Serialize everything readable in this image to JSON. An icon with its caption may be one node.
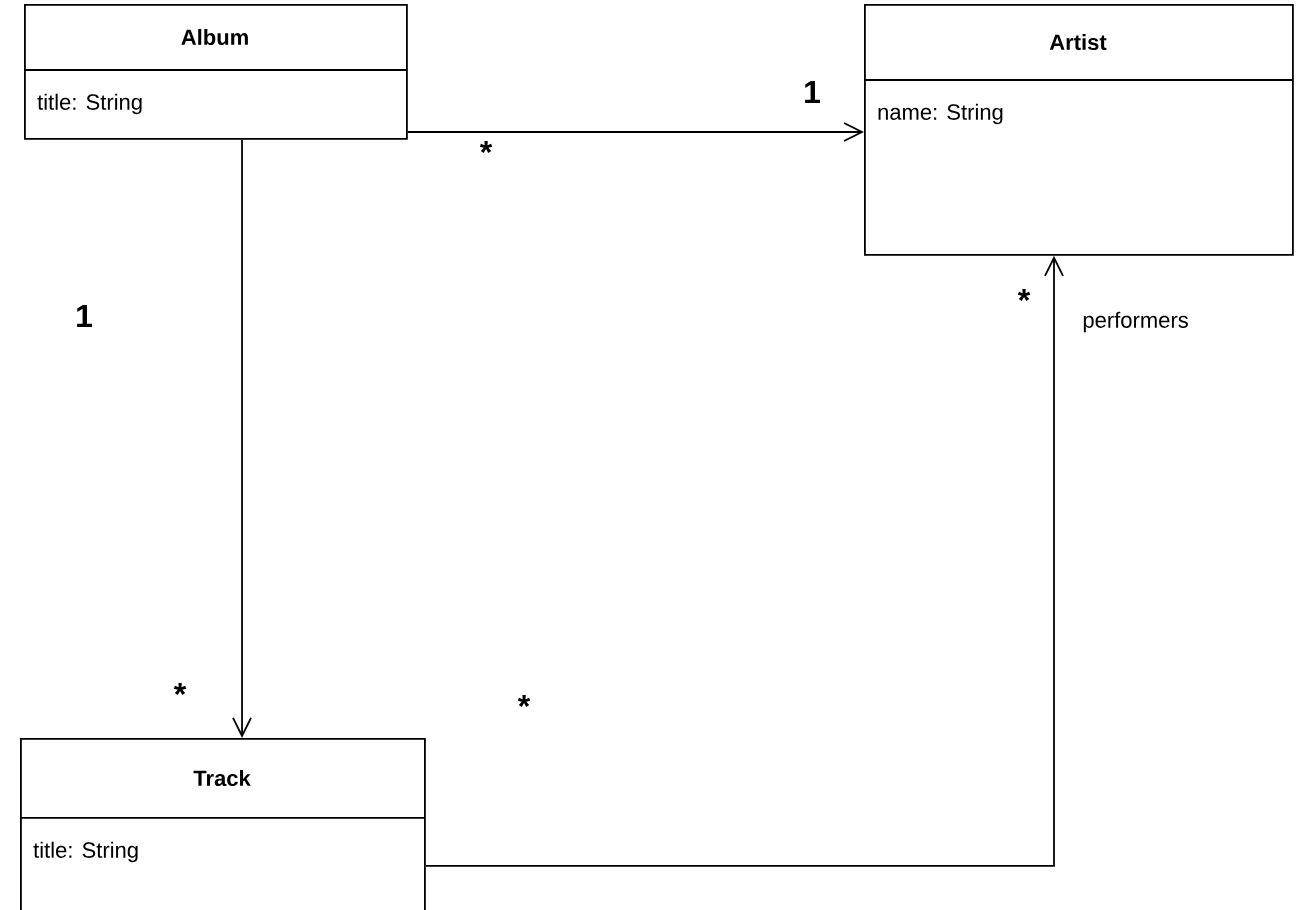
{
  "diagram": {
    "nodes": [
      {
        "text": [
          "Album",
          "title: String"
        ]
      },
      {
        "text": [
          "Artist",
          "name: String"
        ]
      },
      {
        "text": [
          "Track",
          "title: String"
        ]
      }
    ],
    "edges": [
      {
        "from": 0,
        "to": 1,
        "arrow": "to"
      },
      {
        "from": 0,
        "to": 2,
        "arrow": "to"
      },
      {
        "from": 2,
        "to": 1,
        "arrow": "to",
        "label": "performers"
      }
    ],
    "labels": [
      "1",
      "*",
      "*",
      "1",
      "*",
      "*"
    ]
  }
}
